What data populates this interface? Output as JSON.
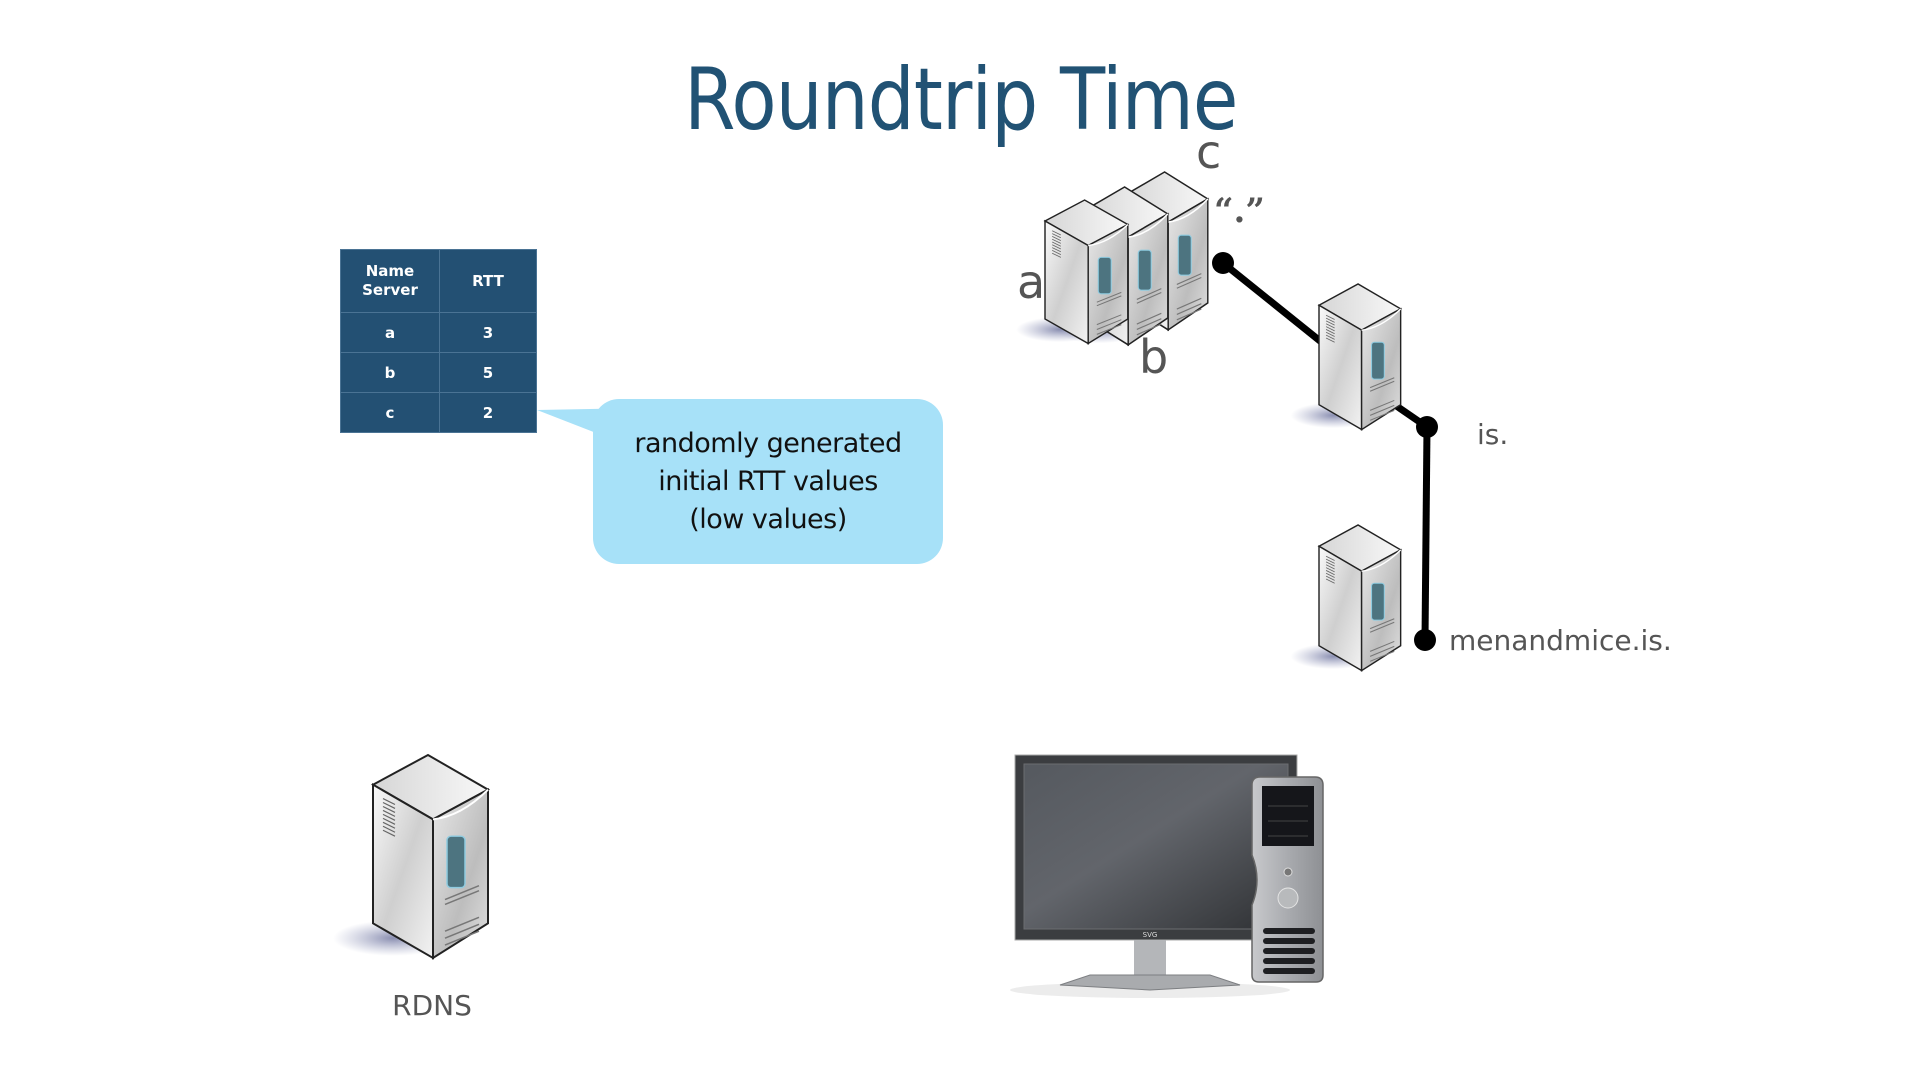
{
  "slide": {
    "title": "Roundtrip Time"
  },
  "rtt_table": {
    "headers": [
      "Name Server",
      "RTT"
    ],
    "header_lines": [
      "Name",
      "Server"
    ],
    "rows": [
      {
        "name": "a",
        "rtt": "3"
      },
      {
        "name": "b",
        "rtt": "5"
      },
      {
        "name": "c",
        "rtt": "2"
      }
    ]
  },
  "callout": {
    "lines": [
      "randomly generated",
      "initial RTT values",
      "(low values)"
    ]
  },
  "hierarchy": {
    "root_cluster": {
      "labels": {
        "a": "a",
        "b": "b",
        "c": "c"
      },
      "root_label": "“.”"
    },
    "tld": {
      "label": "is."
    },
    "domain": {
      "label": "menandmice.is."
    }
  },
  "resolver": {
    "label": "RDNS"
  },
  "client": {
    "brand": "SVG"
  },
  "colors": {
    "title": "#215274",
    "table_bg": "#235073",
    "callout_bg": "#a7e1f8",
    "label": "#555555",
    "connector": "#000000"
  }
}
